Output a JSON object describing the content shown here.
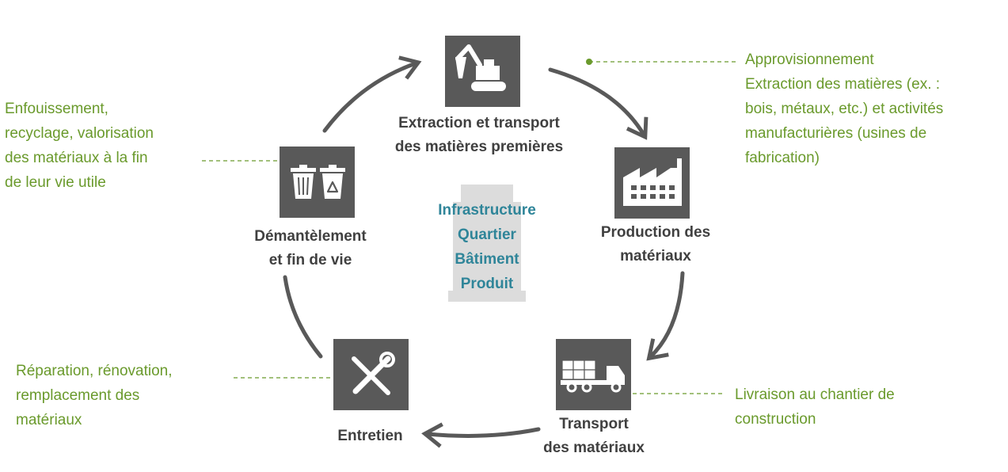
{
  "stages": {
    "extraction": {
      "line1": "Extraction et transport",
      "line2": "des matières premières",
      "icon": "excavator-icon"
    },
    "production": {
      "line1": "Production des",
      "line2": "matériaux",
      "icon": "factory-icon"
    },
    "transport": {
      "line1": "Transport",
      "line2": "des matériaux",
      "icon": "truck-icon"
    },
    "maintenance": {
      "line1": "Entretien",
      "icon": "tools-icon"
    },
    "end_of_life": {
      "line1": "Démantèlement",
      "line2": "et fin de vie",
      "icon": "recycling-bins-icon"
    }
  },
  "notes": {
    "supply": [
      "Approvisionnement",
      "Extraction des matières (ex. :",
      "bois, métaux, etc.) et activités",
      "manufacturières (usines de",
      "fabrication)"
    ],
    "delivery": [
      "Livraison au chantier de",
      "construction"
    ],
    "repair": [
      "Réparation, rénovation,",
      "remplacement des",
      "matériaux"
    ],
    "disposal": [
      "Enfouissement,",
      "recyclage, valorisation",
      "des matériaux à la fin",
      "de leur vie utile"
    ]
  },
  "center": {
    "lines": [
      "Infrastructure",
      "Quartier",
      "Bâtiment",
      "Produit"
    ],
    "icon": "building-icon"
  },
  "colors": {
    "icon_box": "#595959",
    "arrow": "#595959",
    "note_text": "#6a9a2c",
    "leader": "#6a9a2c",
    "center_text": "#2f8599",
    "building": "#dcdcdc"
  }
}
